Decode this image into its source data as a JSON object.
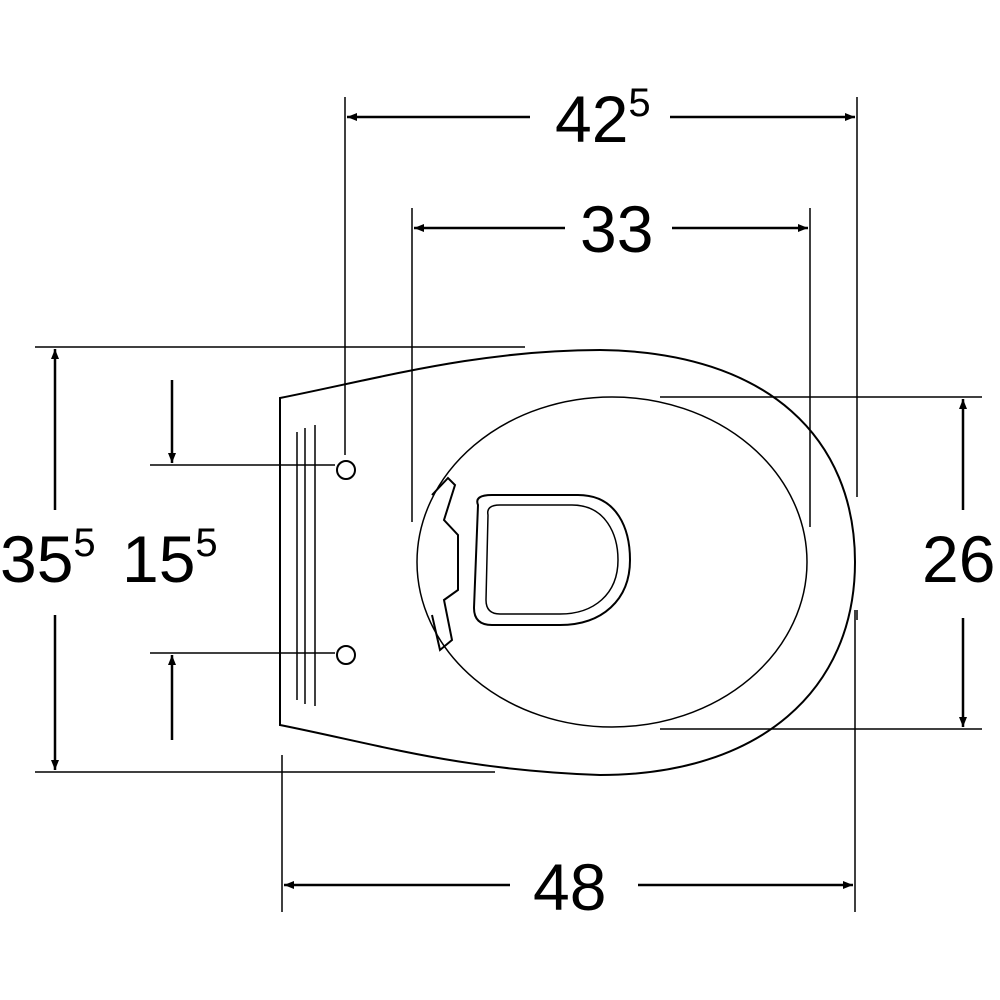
{
  "dimensions": {
    "top_width": {
      "base": "42",
      "sup": "5"
    },
    "seat_width": {
      "base": "33",
      "sup": ""
    },
    "total_depth": {
      "base": "35",
      "sup": "5"
    },
    "hole_spacing": {
      "base": "15",
      "sup": "5"
    },
    "bowl_depth": {
      "base": "26",
      "sup": ""
    },
    "length": {
      "base": "48",
      "sup": ""
    }
  },
  "colors": {
    "line": "#000000",
    "background": "#ffffff"
  }
}
